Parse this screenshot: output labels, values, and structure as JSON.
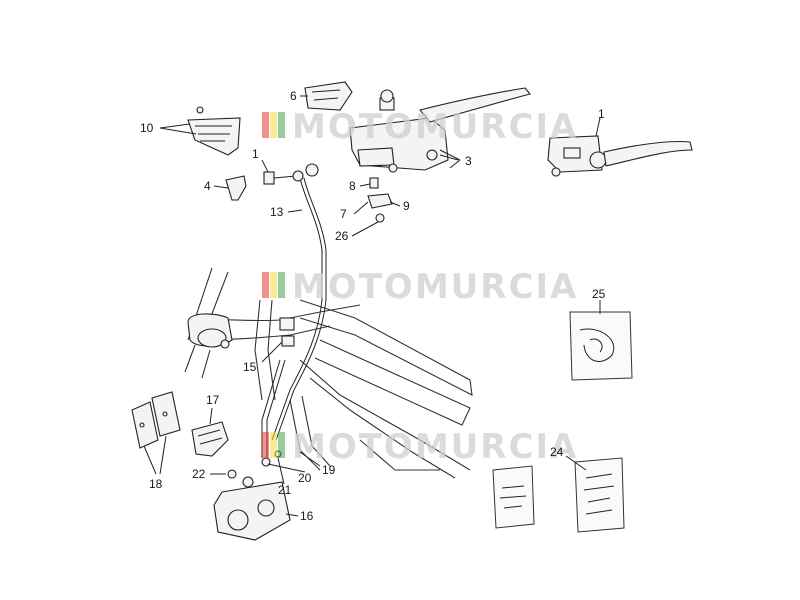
{
  "watermark": {
    "text": "MOTOMURCIA",
    "stripe_colors": [
      "#e53935",
      "#fdd835",
      "#43a047"
    ]
  },
  "callouts": [
    {
      "id": "1a",
      "label": "1"
    },
    {
      "id": "1b",
      "label": "1"
    },
    {
      "id": "3",
      "label": "3"
    },
    {
      "id": "4",
      "label": "4"
    },
    {
      "id": "6",
      "label": "6"
    },
    {
      "id": "7",
      "label": "7"
    },
    {
      "id": "8",
      "label": "8"
    },
    {
      "id": "9",
      "label": "9"
    },
    {
      "id": "10",
      "label": "10"
    },
    {
      "id": "13",
      "label": "13"
    },
    {
      "id": "15",
      "label": "15"
    },
    {
      "id": "16",
      "label": "16"
    },
    {
      "id": "17",
      "label": "17"
    },
    {
      "id": "18",
      "label": "18"
    },
    {
      "id": "19",
      "label": "19"
    },
    {
      "id": "20",
      "label": "20"
    },
    {
      "id": "21",
      "label": "21"
    },
    {
      "id": "22",
      "label": "22"
    },
    {
      "id": "24",
      "label": "24"
    },
    {
      "id": "25",
      "label": "25"
    },
    {
      "id": "26",
      "label": "26"
    }
  ]
}
